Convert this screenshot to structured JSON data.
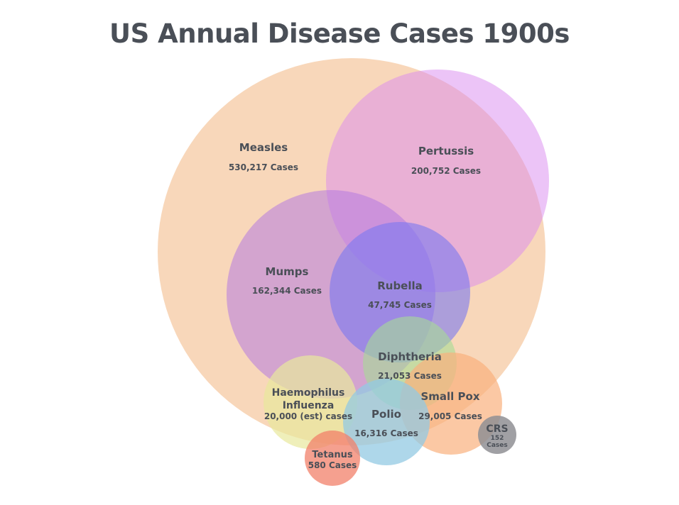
{
  "chart_data": {
    "type": "bubble",
    "title": "US Annual Disease Cases 1900s",
    "unit_suffix": "Cases",
    "bubbles": [
      {
        "name": "Measles",
        "value_label": "530,217 Cases",
        "value": 530217,
        "color": "#f5c9a3",
        "opacity": 0.75
      },
      {
        "name": "Pertussis",
        "value_label": "200,752 Cases",
        "value": 200752,
        "color": "#d98af0",
        "opacity": 0.5
      },
      {
        "name": "Mumps",
        "value_label": "162,344 Cases",
        "value": 162344,
        "color": "#b57ae0",
        "opacity": 0.55
      },
      {
        "name": "Rubella",
        "value_label": "47,745 Cases",
        "value": 47745,
        "color": "#7a78f0",
        "opacity": 0.6
      },
      {
        "name": "Diphtheria",
        "value_label": "21,053 Cases",
        "value": 21053,
        "color": "#a6dc94",
        "opacity": 0.6
      },
      {
        "name": "Haemophilus Influenza",
        "value_label": "20,000 (est) cases",
        "value": 20000,
        "color": "#e8e89c",
        "opacity": 0.7
      },
      {
        "name": "Small Pox",
        "value_label": "29,005 Cases",
        "value": 29005,
        "color": "#f9b07e",
        "opacity": 0.7
      },
      {
        "name": "Polio",
        "value_label": "16,316 Cases",
        "value": 16316,
        "color": "#93c9e3",
        "opacity": 0.75
      },
      {
        "name": "CRS",
        "value_label": "152 Cases",
        "value": 152,
        "color": "#8f8f94",
        "opacity": 0.85
      },
      {
        "name": "Tetanus",
        "value_label": "580 Cases",
        "value": 580,
        "color": "#f2806a",
        "opacity": 0.75
      }
    ]
  }
}
